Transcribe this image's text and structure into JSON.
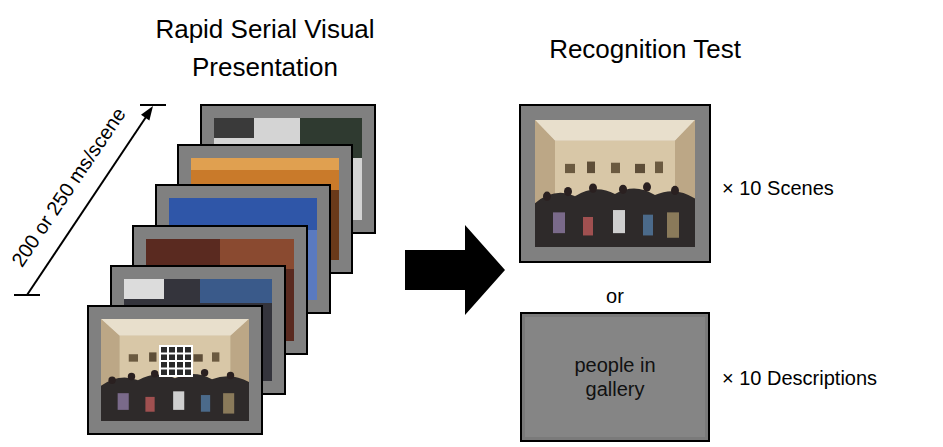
{
  "diagram": {
    "nodes": [
      {
        "text": [
          "people in gallery"
        ]
      }
    ],
    "labels": [
      "Rapid Serial Visual Presentation",
      "200 or 250 ms/scene",
      "Recognition Test",
      "× 10 Scenes",
      "or",
      "× 10 Descriptions"
    ]
  }
}
